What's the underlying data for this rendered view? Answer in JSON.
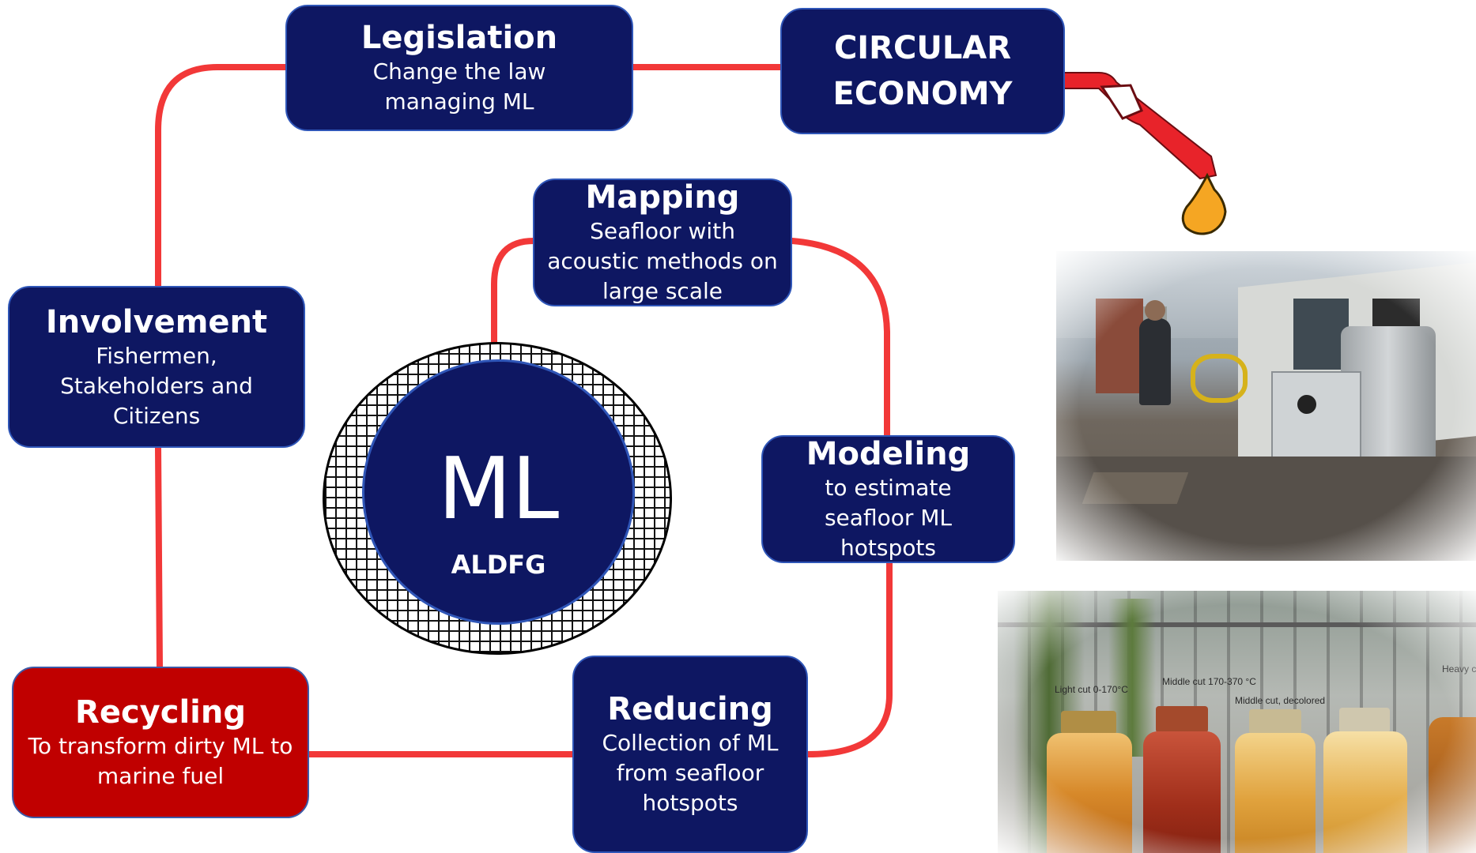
{
  "colors": {
    "box_fill": "#0e1762",
    "box_border": "#2f56b8",
    "recycling_fill": "#c00000",
    "connector": "#f23838",
    "drop": "#f5a623",
    "nozzle": "#e8232a"
  },
  "legislation": {
    "title": "Legislation",
    "subtitle": "Change the law managing ML"
  },
  "circular_economy": {
    "line1": "CIRCULAR",
    "line2": "ECONOMY"
  },
  "mapping": {
    "title": "Mapping",
    "subtitle": "Seafloor with acoustic methods on large scale"
  },
  "involvement": {
    "title": "Involvement",
    "subtitle": "Fishermen, Stakeholders and Citizens"
  },
  "modeling": {
    "title": "Modeling",
    "subtitle": "to estimate seafloor ML hotspots"
  },
  "recycling": {
    "title": "Recycling",
    "subtitle": "To transform dirty ML to marine fuel"
  },
  "reducing": {
    "title": "Reducing",
    "subtitle": "Collection of  ML from seafloor hotspots"
  },
  "center": {
    "big": "ML",
    "small": "ALDFG"
  },
  "photo_fuel": {
    "label_light": "Light cut 0-170°C",
    "label_middle": "Middle cut 170-370 °C",
    "label_decolored": "Middle cut, decolored",
    "label_heavy": "Heavy cu"
  },
  "icons": [
    "fuel-nozzle-icon",
    "fuel-drop-icon",
    "fishing-net-icon"
  ]
}
